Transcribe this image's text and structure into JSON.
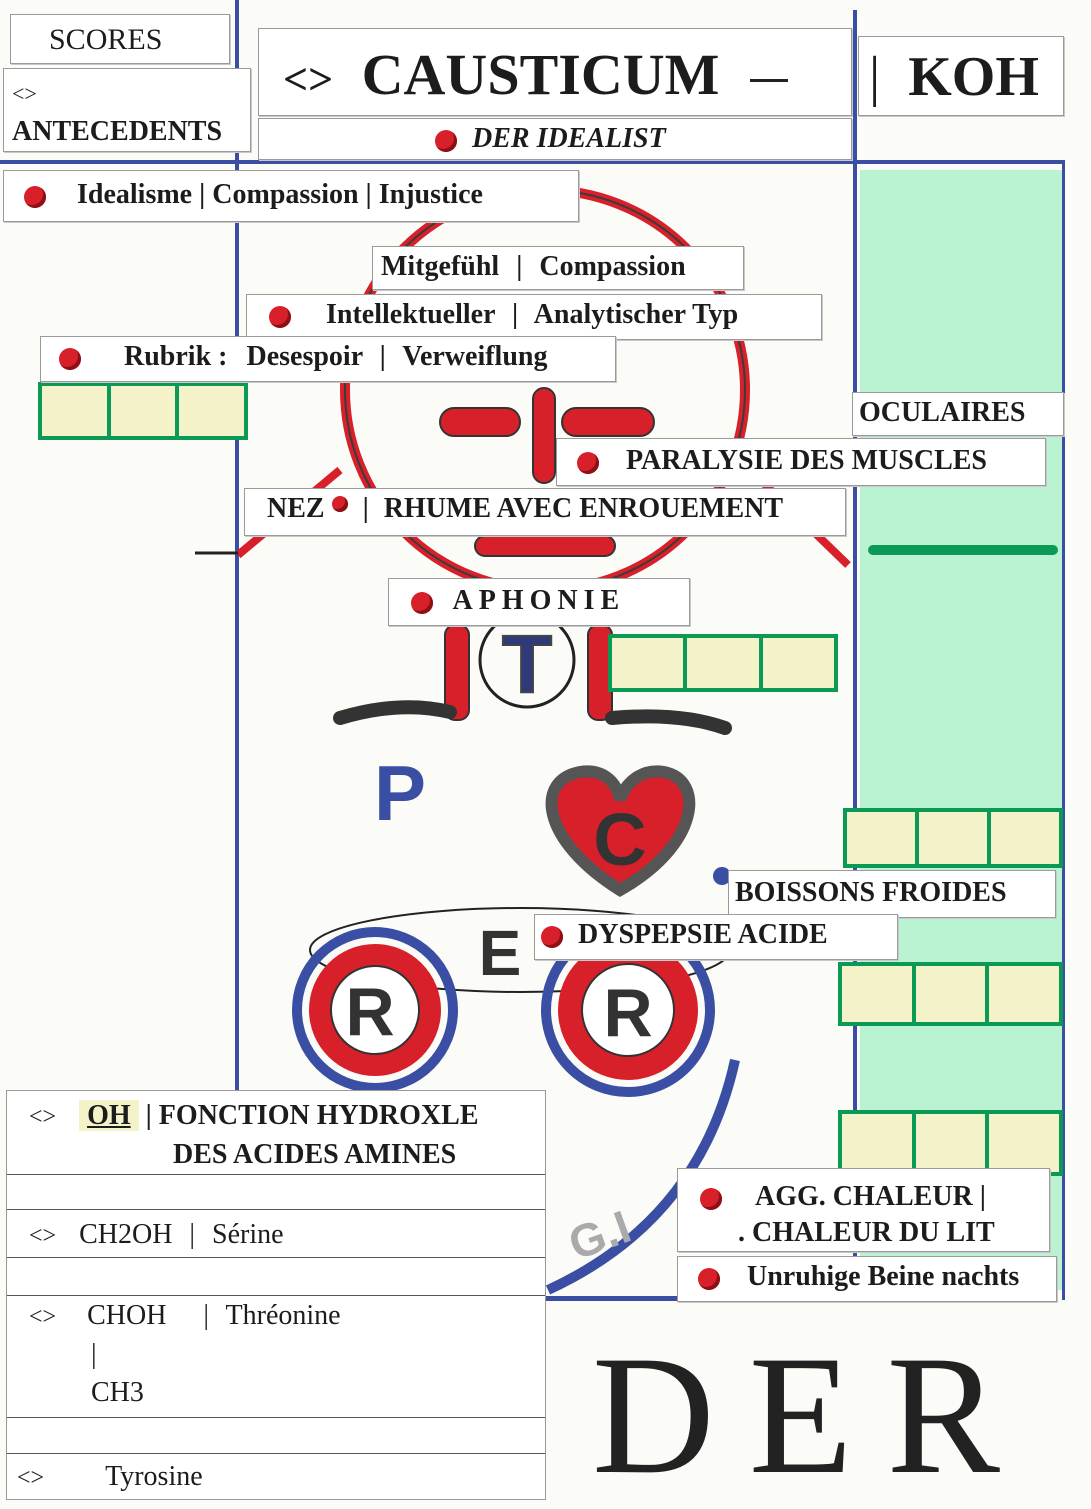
{
  "scores_label": "SCORES",
  "antecedents_marker": "<>",
  "antecedents_label": "ANTECEDENTS",
  "title": {
    "marker": "<>",
    "remedy": "CAUSTICUM",
    "formula": "KOH",
    "subtitle": "DER IDEALIST"
  },
  "themes": [
    "Idealisme",
    "Compassion",
    "Injustice"
  ],
  "lines": {
    "mitgefuhl": [
      "Mitgefühl",
      "Compassion"
    ],
    "intellekt": [
      "Intellektueller",
      "Analytischer Typ"
    ],
    "rubrik_label": "Rubrik :",
    "rubrik": [
      "Desespoir",
      "Verweiflung"
    ]
  },
  "oculaires": "OCULAIRES",
  "paralysie": "PARALYSIE DES MUSCLES",
  "nez": {
    "label": "NEZ",
    "text": "RHUME AVEC ENROUEMENT"
  },
  "aphonie": "APHONIE",
  "drawing_letters": {
    "t": "T",
    "p": "P",
    "c": "C",
    "e": "E",
    "r1": "R",
    "r2": "R",
    "gi": "G.I"
  },
  "boissons": "BOISSONS  FROIDES",
  "dyspepsie": "DYSPEPSIE  ACIDE",
  "aggravation": {
    "line1": "AGG.   CHALEUR |",
    "line2": ". CHALEUR  DU LIT"
  },
  "unruhige": "Unruhige Beine nachts",
  "chem": {
    "row1_marker": "<>",
    "row1_oh": "OH",
    "row1_line1": "| FONCTION HYDROXLE",
    "row1_line2": "DES ACIDES AMINES",
    "row2_marker": "<>",
    "row2_group": "CH2OH",
    "row2_name": "Sérine",
    "row3_marker": "<>",
    "row3_group": "CHOH",
    "row3_name": "Thréonine",
    "row3_bar": "|",
    "row3_sub": "CH3",
    "row4_marker": "<>",
    "row4_name": "Tyrosine"
  },
  "big_word": "DER",
  "colors": {
    "red": "#d8202a",
    "blue": "#3a4fa3",
    "green": "#0b9a55",
    "mint": "#b9f3d2",
    "cream": "#f4f2c8"
  }
}
